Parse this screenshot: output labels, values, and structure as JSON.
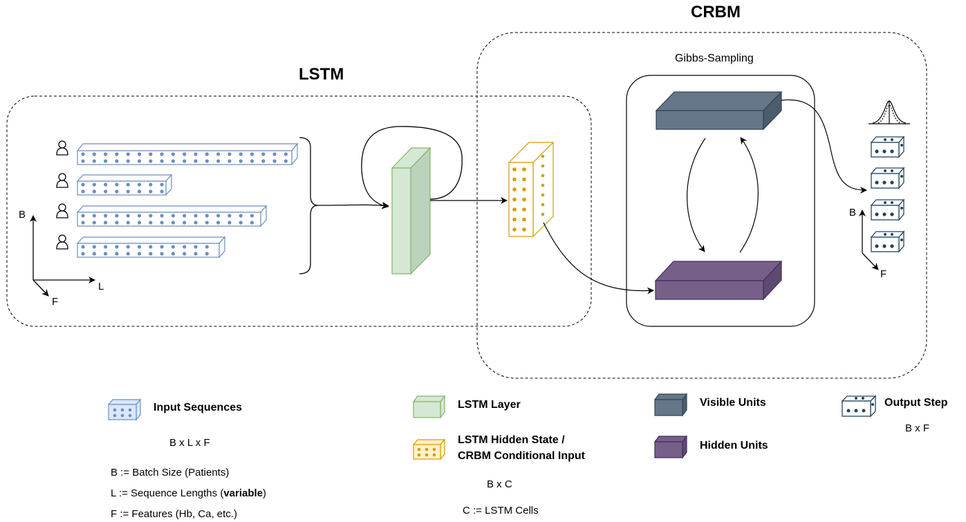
{
  "titles": {
    "lstm": "LSTM",
    "crbm": "CRBM",
    "gibbs": "Gibbs-Sampling"
  },
  "axes_input": {
    "b": "B",
    "l": "L",
    "f": "F"
  },
  "axes_output": {
    "b": "B",
    "f": "F"
  },
  "legend": {
    "input_sequences": "Input Sequences",
    "input_dims": "B x L x F",
    "def_b": "B := Batch Size (Patients)",
    "def_l_prefix": "L := Sequence Lengths (",
    "def_l_bold": "variable",
    "def_l_suffix": ")",
    "def_f": "F := Features (Hb, Ca, etc.)",
    "lstm_layer": "LSTM Layer",
    "hidden_state_line1": "LSTM Hidden State /",
    "hidden_state_line2": "CRBM Conditional Input",
    "hidden_dims": "B x C",
    "def_c": "C := LSTM Cells",
    "visible_units": "Visible Units",
    "hidden_units": "Hidden Units",
    "output_step": "Output Step",
    "output_dims": "B x F"
  },
  "colors": {
    "input_blue": "#6c8ebf",
    "input_fill": "#dae8fc",
    "lstm_green_fill": "#d5e8d4",
    "lstm_green_stroke": "#82b366",
    "hidden_orange": "#d79b00",
    "hidden_fill": "#fff2cc",
    "visible_fill": "#647687",
    "visible_stroke": "#314354",
    "hidden_units_fill": "#76608a",
    "hidden_units_stroke": "#432d57",
    "output_stroke": "#23445d"
  }
}
